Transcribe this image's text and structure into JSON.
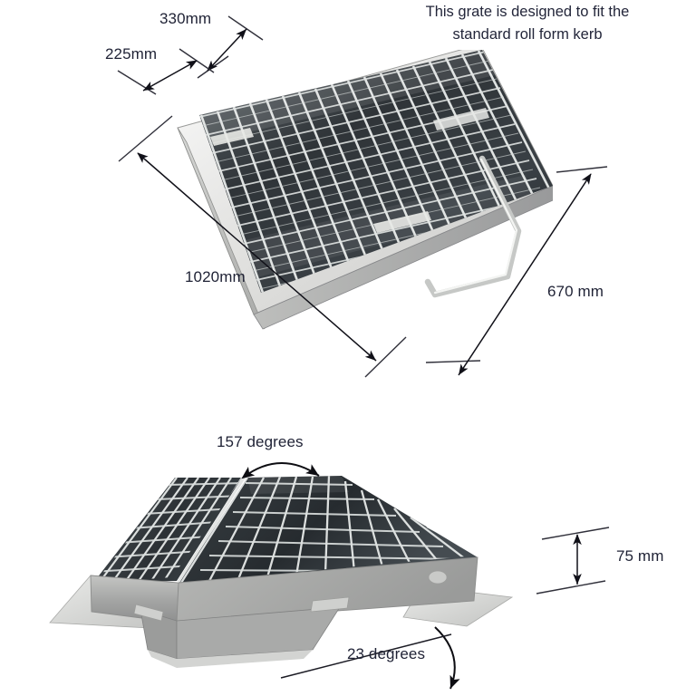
{
  "page": {
    "background_color": "#ffffff",
    "text_color": "#1f2235",
    "line_color": "#101018"
  },
  "note": {
    "line1": "This grate is designed to fit the",
    "line2": "standard roll form kerb"
  },
  "figures": [
    {
      "id": "top-view",
      "name": "grate-perspective-photo",
      "description": "Galvanized steel grate panel in rectangular frame, shown in perspective with bent rod lifting handle on right side"
    },
    {
      "id": "end-view",
      "name": "grate-end-photo",
      "description": "Galvanized steel grate shown from the end with peaked V profile and side flanges"
    }
  ],
  "dimensions": {
    "top": [
      {
        "name": "width-330",
        "label": "330mm",
        "value": 330,
        "unit": "mm"
      },
      {
        "name": "width-225",
        "label": "225mm",
        "value": 225,
        "unit": "mm"
      },
      {
        "name": "length-1020",
        "label": "1020mm",
        "value": 1020,
        "unit": "mm"
      },
      {
        "name": "width-670",
        "label": "670 mm",
        "value": 670,
        "unit": "mm"
      }
    ],
    "bottom": [
      {
        "name": "angle-157",
        "label": "157 degrees",
        "value": 157,
        "unit": "degrees"
      },
      {
        "name": "angle-23",
        "label": "23 degrees",
        "value": 23,
        "unit": "degrees"
      },
      {
        "name": "height-75",
        "label": "75 mm",
        "value": 75,
        "unit": "mm"
      }
    ]
  }
}
